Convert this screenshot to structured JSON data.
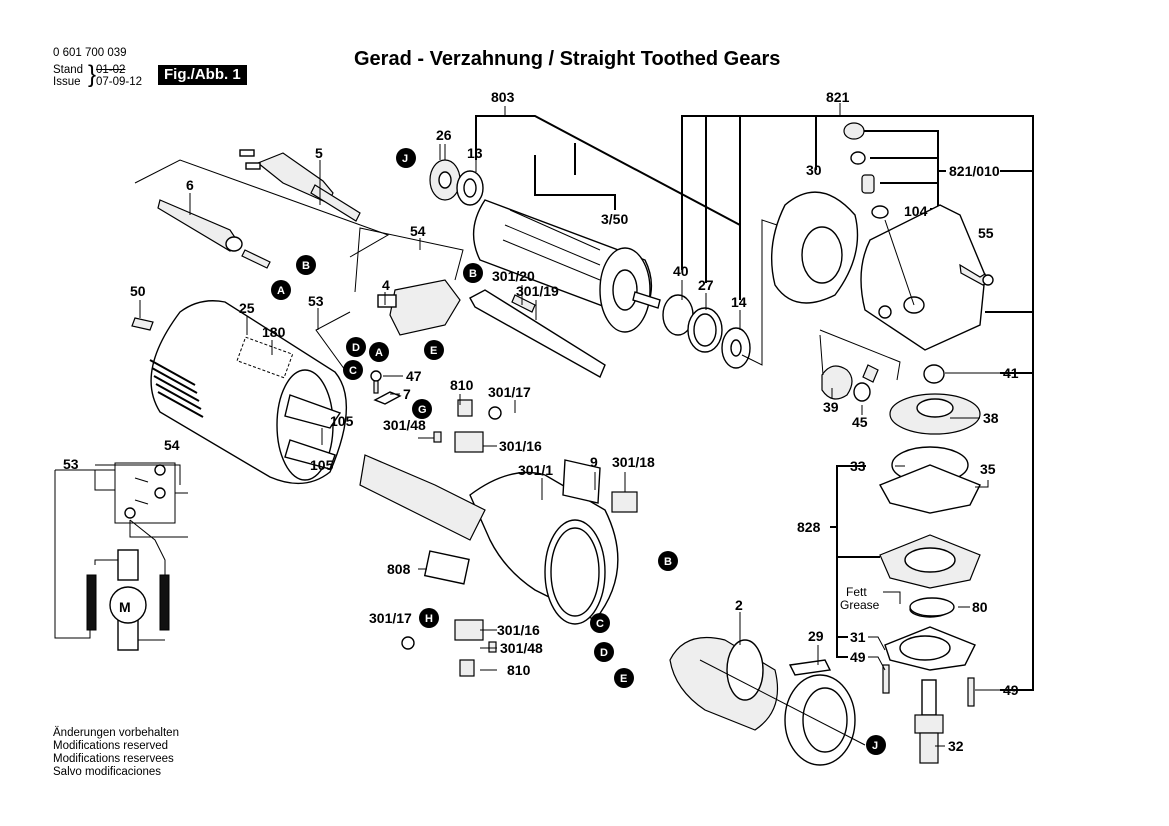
{
  "header": {
    "part_number": "0 601 700 039",
    "stand_label": "Stand",
    "issue_label": "Issue",
    "stand_value": "01-02",
    "issue_value": "07-09-12",
    "figure": "Fig./Abb. 1",
    "title": "Gerad - Verzahnung / Straight Toothed Gears"
  },
  "footer": {
    "lines": [
      "Änderungen vorbehalten",
      "Modifications reserved",
      "Modifications reservees",
      "Salvo modificaciones"
    ]
  },
  "labels": {
    "p803": "803",
    "p821": "821",
    "p26": "26",
    "p13": "13",
    "p5": "5",
    "p6": "6",
    "p350": "3/50",
    "p30": "30",
    "p821010": "821/010",
    "p104": "104",
    "p55": "55",
    "p54": "54",
    "p4": "4",
    "p53": "53",
    "p30120": "301/20",
    "p30119": "301/19",
    "p40": "40",
    "p27": "27",
    "p14": "14",
    "p50": "50",
    "p25": "25",
    "p180": "180",
    "p47": "47",
    "p7": "7",
    "p810a": "810",
    "p30117a": "301/17",
    "p30148a": "301/48",
    "p30116a": "301/16",
    "p105a": "105",
    "p105b": "105",
    "p3011": "301/1",
    "p9": "9",
    "p30118": "301/18",
    "p41": "41",
    "p39": "39",
    "p45": "45",
    "p38": "38",
    "p33": "33",
    "p35": "35",
    "p828": "828",
    "p808": "808",
    "p2": "2",
    "p30117b": "301/17",
    "p30116b": "301/16",
    "p30148b": "301/48",
    "p810b": "810",
    "p29": "29",
    "p80": "80",
    "p31": "31",
    "p49a": "49",
    "p49b": "49",
    "p32": "32",
    "fett": "Fett",
    "grease": "Grease",
    "w54": "54",
    "w53": "53",
    "motor": "M"
  },
  "connectors": {
    "J1": "J",
    "B1": "B",
    "A1": "A",
    "B2": "B",
    "D1": "D",
    "A2": "A",
    "E1": "E",
    "C1": "C",
    "G1": "G",
    "H1": "H",
    "B3": "B",
    "C2": "C",
    "D2": "D",
    "E2": "E",
    "J2": "J"
  }
}
